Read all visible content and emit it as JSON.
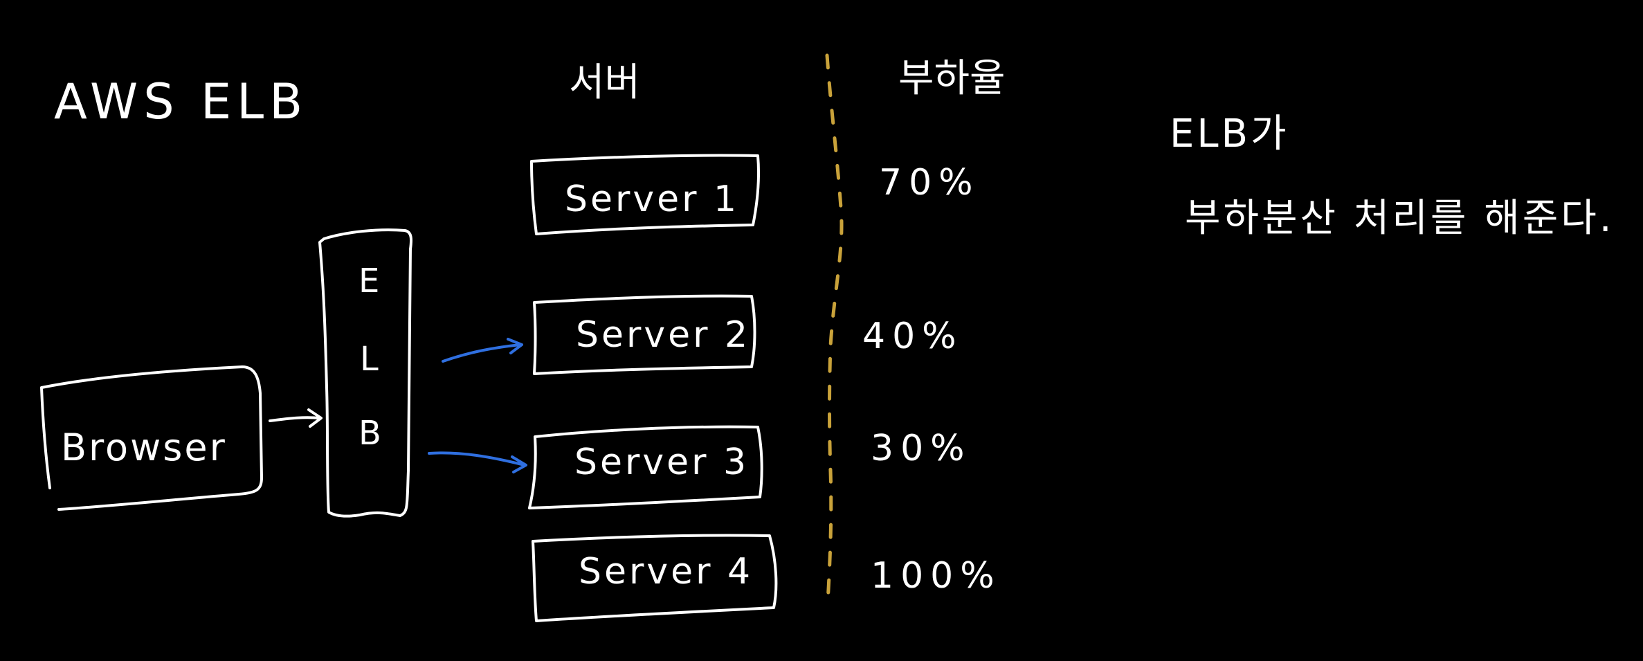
{
  "title": "AWS ELB",
  "headers": {
    "servers": "서버",
    "load": "부하율"
  },
  "browser": {
    "label": "Browser"
  },
  "elb": {
    "letters": [
      "E",
      "L",
      "B"
    ]
  },
  "servers": [
    {
      "label": "Server 1",
      "load": "70%"
    },
    {
      "label": "Server 2",
      "load": "40%"
    },
    {
      "label": "Server 3",
      "load": "30%"
    },
    {
      "label": "Server 4",
      "load": "100%"
    }
  ],
  "note": {
    "line1": "ELB가",
    "line2": "부하분산 처리를 해준다."
  },
  "colors": {
    "background": "#000000",
    "stroke": "#ffffff",
    "arrow_accent": "#2f6fe0",
    "divider": "#c9a23a"
  }
}
